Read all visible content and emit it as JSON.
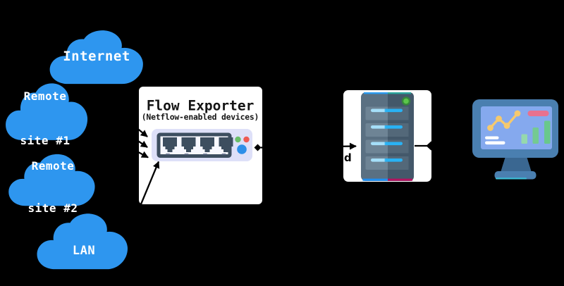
{
  "diagram": {
    "background": "#000000",
    "exporter": {
      "title": "Flow Exporter",
      "subtitle": "(Netflow-enabled devices)"
    },
    "collector_label_fragment": "d",
    "clouds": {
      "internet": {
        "line1": "Internet"
      },
      "remote1": {
        "line1": "Remote",
        "line2": "site #1"
      },
      "remote2": {
        "line1": "Remote",
        "line2": "site #2"
      },
      "lan": {
        "line1": "LAN"
      }
    },
    "colors": {
      "cloud": "#2e96ef",
      "cloud_text": "#ffffff",
      "box_bg": "#ffffff",
      "arrow": "#000000",
      "switch_body": "#dee0f8",
      "switch_frame": "#3d4e5f",
      "switch_led_green": "#6abf69",
      "switch_led_red": "#ee5a52",
      "switch_led_blue": "#2d8fe8",
      "server_body_light": "#5a7082",
      "server_body_dark": "#43586a",
      "server_bay_light": "#6e8495",
      "server_bar_cyan": "#29b2f4",
      "server_led_green": "#5bc64a",
      "server_stripe_blue": "#1f8ef0",
      "server_stripe_magenta": "#b3125f",
      "server_stripe_teal": "#2aa79e",
      "monitor_frame": "#4a7fb0",
      "monitor_screen": "#85a9ee",
      "monitor_stand": "#3a6791",
      "chart_line_yellow": "#f5c96e",
      "chart_bar_pink": "#e8718f",
      "chart_bar_green": "#74ca92",
      "chart_bar_mint": "#95d9ad",
      "chart_text_white": "#ffffff"
    }
  }
}
